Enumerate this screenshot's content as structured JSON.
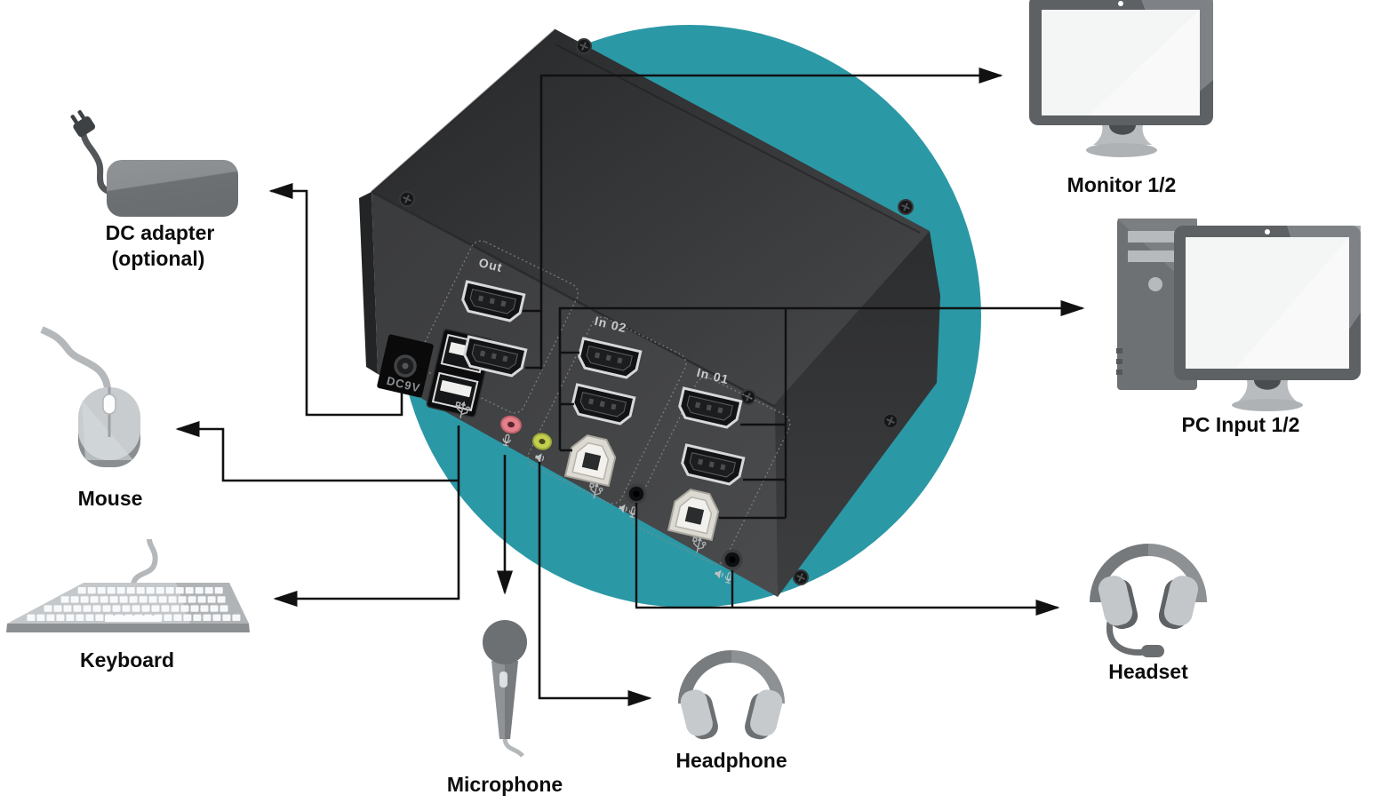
{
  "diagram_type": "kvm-switch-connection-diagram",
  "device": {
    "out_label": "Out",
    "in02_label": "In 02",
    "in01_label": "In 01",
    "dc_port_label": "DC9V"
  },
  "peripherals": {
    "monitor": {
      "label": "Monitor 1/2"
    },
    "pc": {
      "label": "PC Input 1/2"
    },
    "dc_adapter": {
      "label_line1": "DC adapter",
      "label_line2": "(optional)"
    },
    "mouse": {
      "label": "Mouse"
    },
    "keyboard": {
      "label": "Keyboard"
    },
    "microphone": {
      "label": "Microphone"
    },
    "headphone": {
      "label": "Headphone"
    },
    "headset": {
      "label": "Headset"
    }
  },
  "icons": [
    "monitor-icon",
    "pc-tower-icon",
    "pc-monitor-icon",
    "dc-adapter-icon",
    "mouse-icon",
    "keyboard-icon",
    "microphone-icon",
    "headphone-icon",
    "headset-icon",
    "hdmi-port-icon",
    "usb-a-port-icon",
    "usb-b-port-icon",
    "audio-combo-jack-icon",
    "mic-jack-icon",
    "headphone-jack-icon",
    "dc-power-jack-icon",
    "usb-trident-icon",
    "speaker-glyph-icon",
    "microphone-glyph-icon",
    "screw-icon"
  ],
  "colors": {
    "background": "#ffffff",
    "accent_circle": "#2b98a6",
    "connection_line": "#111111",
    "label_text": "#0d0d0d",
    "mic_jack": "#e4808a",
    "headphone_jack": "#c3cf4e",
    "device_face": "#3c3d3f",
    "icon_gray": "#6d7174",
    "icon_light_gray": "#c6cacd"
  }
}
